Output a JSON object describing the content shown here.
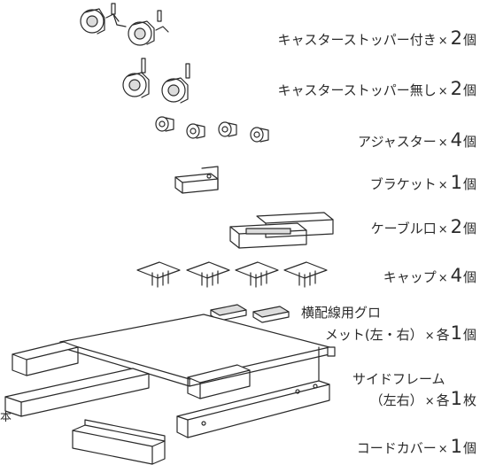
{
  "labels": {
    "caster_stopper": {
      "name": "キャスターストッパー付き",
      "times": "×",
      "qty": "2",
      "unit": "個"
    },
    "caster_no_stopper": {
      "name": "キャスターストッパー無し",
      "times": "×",
      "qty": "2",
      "unit": "個"
    },
    "adjuster": {
      "name": "アジャスター",
      "times": "×",
      "qty": "4",
      "unit": "個"
    },
    "bracket": {
      "name": "ブラケット",
      "times": "×",
      "qty": "1",
      "unit": "個"
    },
    "cable_port": {
      "name": "ケーブル口",
      "times": "×",
      "qty": "2",
      "unit": "個"
    },
    "cap": {
      "name": "キャップ",
      "times": "×",
      "qty": "4",
      "unit": "個"
    },
    "grommet": {
      "line1": "横配線用グロ",
      "line2": "メット(左・右）",
      "times": "×",
      "prefix": "各",
      "qty": "1",
      "unit": "個"
    },
    "side_frame": {
      "line1": "サイドフレーム",
      "line2": "（左右）",
      "times": "×",
      "prefix": "各",
      "qty": "1",
      "unit": "枚"
    },
    "cord_cover": {
      "name": "コードカバー",
      "times": "×",
      "qty": "1",
      "unit": "個"
    },
    "edge_char": "本"
  },
  "colors": {
    "line": "#2a2a2a",
    "fill": "#ffffff",
    "shade": "#dcdcdc"
  }
}
